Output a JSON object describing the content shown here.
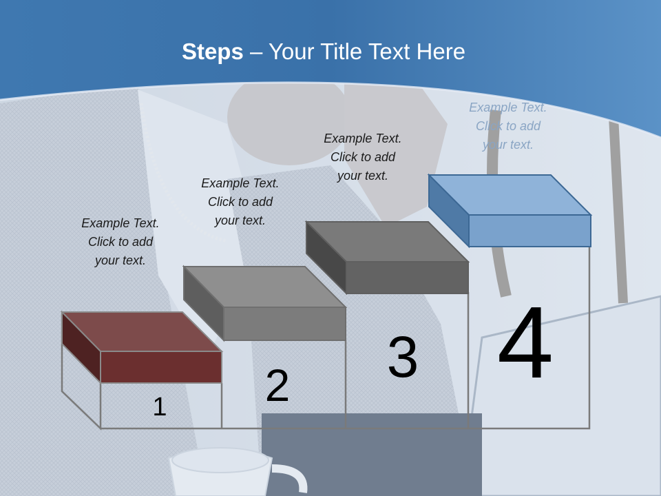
{
  "title": {
    "bold": "Steps",
    "rest": " – Your Title Text Here"
  },
  "steps": [
    {
      "number": "1",
      "text": [
        "Example Text.",
        "Click  to add",
        "your text."
      ],
      "color": "#6b2f2f"
    },
    {
      "number": "2",
      "text": [
        "Example Text.",
        "Click  to add",
        "your text."
      ],
      "color": "#7c7c7c"
    },
    {
      "number": "3",
      "text": [
        "Example Text.",
        "Click  to add",
        "your text."
      ],
      "color": "#636363"
    },
    {
      "number": "4",
      "text": [
        "Example Text.",
        "Click  to add",
        "your text."
      ],
      "color": "#7aa2cc"
    }
  ],
  "colors": {
    "header": "#3f78b0",
    "header_light": "#5b92c7",
    "background": "#dfe6ee"
  }
}
